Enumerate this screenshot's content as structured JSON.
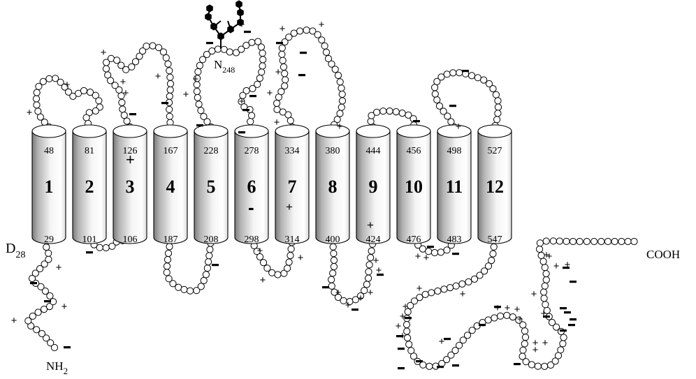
{
  "helices": [
    {
      "label": "1",
      "top": "48",
      "bottom": "29"
    },
    {
      "label": "2",
      "top": "81",
      "bottom": "101"
    },
    {
      "label": "3",
      "top": "126",
      "bottom": "106"
    },
    {
      "label": "4",
      "top": "167",
      "bottom": "187"
    },
    {
      "label": "5",
      "top": "228",
      "bottom": "208"
    },
    {
      "label": "6",
      "top": "278",
      "bottom": "298"
    },
    {
      "label": "7",
      "top": "334",
      "bottom": "314"
    },
    {
      "label": "8",
      "top": "380",
      "bottom": "400"
    },
    {
      "label": "9",
      "top": "444",
      "bottom": "424"
    },
    {
      "label": "10",
      "top": "456",
      "bottom": "476"
    },
    {
      "label": "11",
      "top": "498",
      "bottom": "483"
    },
    {
      "label": "12",
      "top": "527",
      "bottom": "547"
    }
  ],
  "termini": {
    "n_label": "NH",
    "n_sub": "2",
    "c_label": "COOH",
    "asp_label": "D",
    "asp_sub": "28",
    "glyco_label": "N",
    "glyco_sub": "248"
  },
  "helix_charges": {
    "h3": "+",
    "h6": "-",
    "h7": "+",
    "h9": "+"
  }
}
